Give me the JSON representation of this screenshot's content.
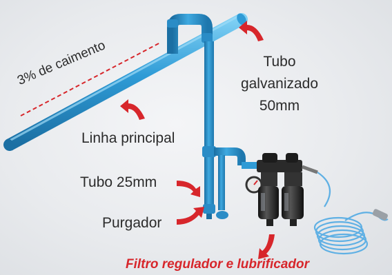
{
  "labels": {
    "slope": "3% de caimento",
    "galvanized_line1": "Tubo",
    "galvanized_line2": "galvanizado",
    "galvanized_line3": "50mm",
    "main_line": "Linha principal",
    "tube_25": "Tubo 25mm",
    "drain": "Purgador",
    "filter": "Filtro regulador e lubrificador"
  },
  "colors": {
    "pipe": "#2f9bd6",
    "pipe_dark": "#1b6fa3",
    "pipe_light": "#7fd0f4",
    "arrow": "#d7262b",
    "text": "#2b2b2b",
    "hose": "#5fb0e4",
    "filter_body": "#2a2a2a"
  },
  "icons": {
    "arrows": "curved-arrow-icon",
    "gauge": "pressure-gauge-icon"
  }
}
